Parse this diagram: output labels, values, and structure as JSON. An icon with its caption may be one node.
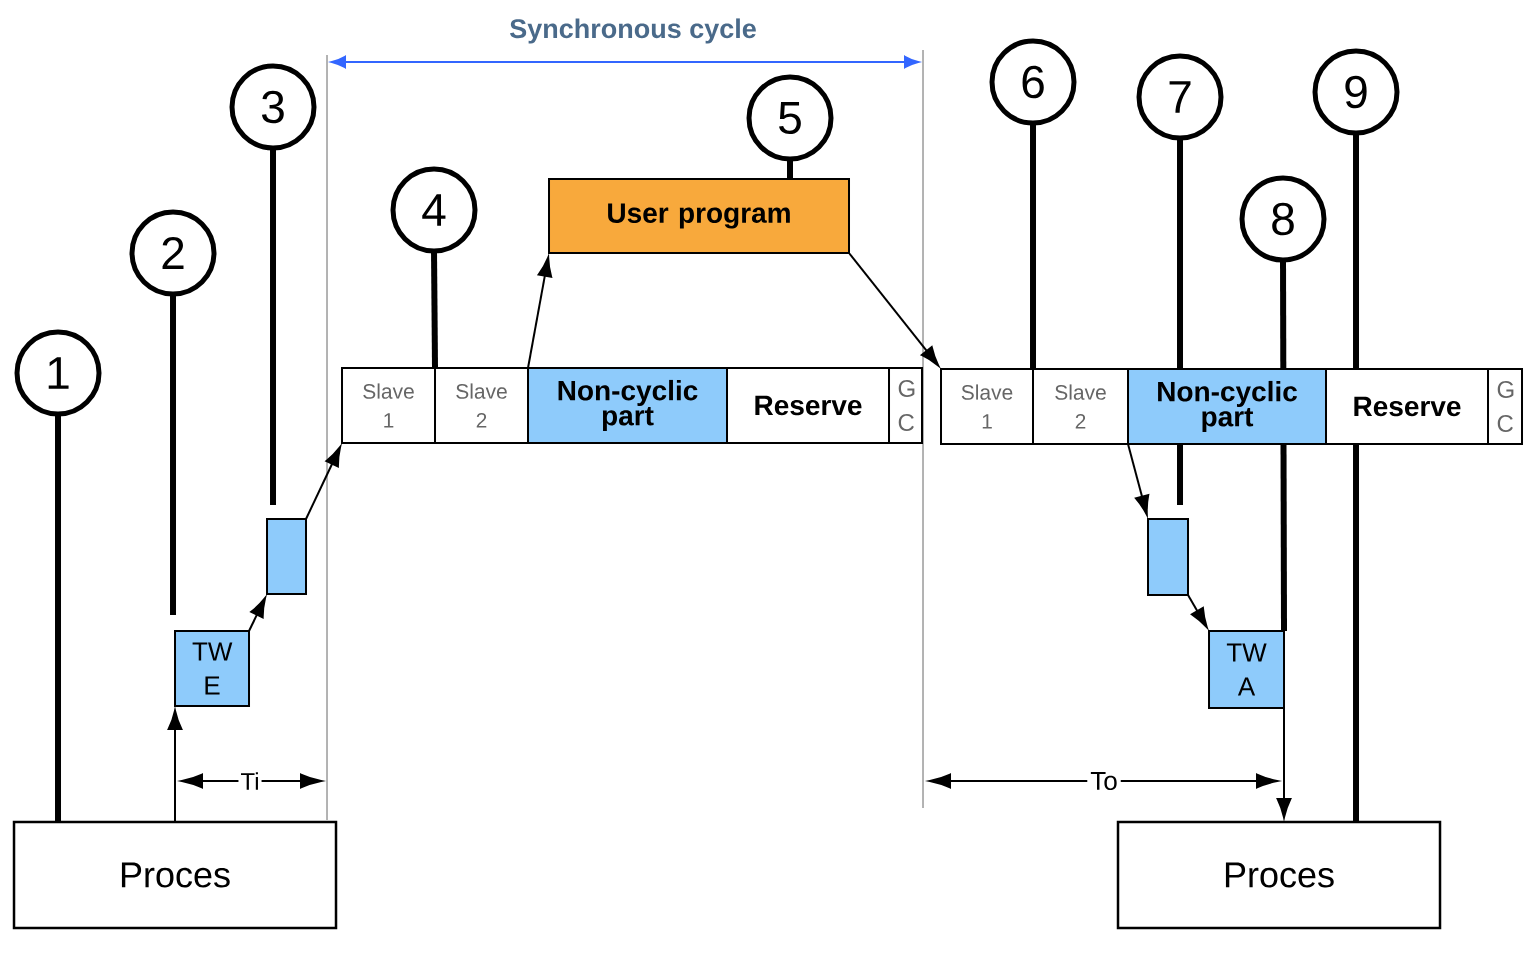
{
  "diagram": {
    "nodes": [
      {
        "text": [
          "Proces"
        ]
      },
      {
        "text": [
          "TW E"
        ]
      },
      {
        "text": [],
        "shape": "box"
      },
      {
        "text": [
          "Slave 1"
        ]
      },
      {
        "text": [
          "Slave 2"
        ]
      },
      {
        "text": [
          "Non-cyclic part"
        ]
      },
      {
        "text": [
          "Reserve"
        ]
      },
      {
        "text": [
          "G C"
        ]
      },
      {
        "text": [
          "User program"
        ]
      },
      {
        "text": [
          "Slave 1"
        ]
      },
      {
        "text": [
          "Slave 2"
        ]
      },
      {
        "text": [
          "Non-cyclic part"
        ]
      },
      {
        "text": [
          "Reserve"
        ]
      },
      {
        "text": [
          "G C"
        ]
      },
      {
        "text": [],
        "shape": "box"
      },
      {
        "text": [
          "TW A"
        ]
      },
      {
        "text": [
          "Proces"
        ]
      },
      {
        "text": [
          "1"
        ]
      },
      {
        "text": [
          "2"
        ]
      },
      {
        "text": [
          "3"
        ]
      },
      {
        "text": [
          "4"
        ]
      },
      {
        "text": [
          "5"
        ]
      },
      {
        "text": [
          "6"
        ]
      },
      {
        "text": [
          "7"
        ]
      },
      {
        "text": [
          "8"
        ]
      },
      {
        "text": [
          "9"
        ]
      }
    ],
    "edges": [
      {
        "from": 0,
        "to": 1,
        "arrow": "to"
      },
      {
        "from": 1,
        "to": 2,
        "arrow": "to"
      },
      {
        "from": 2,
        "to": 3,
        "arrow": "to"
      },
      {
        "from": 5,
        "to": 8,
        "arrow": "to"
      },
      {
        "from": 8,
        "to": 9,
        "arrow": "to"
      },
      {
        "from": 11,
        "to": 14,
        "arrow": "to"
      },
      {
        "from": 14,
        "to": 15,
        "arrow": "to"
      },
      {
        "from": 15,
        "to": 16,
        "arrow": "to"
      },
      {
        "from": 17,
        "to": 0,
        "arrow": "none"
      },
      {
        "from": 18,
        "to": 1,
        "arrow": "none"
      },
      {
        "from": 19,
        "to": 2,
        "arrow": "none"
      },
      {
        "from": 20,
        "to": 3,
        "arrow": "none"
      },
      {
        "from": 21,
        "to": 8,
        "arrow": "none"
      },
      {
        "from": 22,
        "to": 9,
        "arrow": "none"
      },
      {
        "from": 23,
        "to": 14,
        "arrow": "none"
      },
      {
        "from": 24,
        "to": 15,
        "arrow": "none"
      },
      {
        "from": 25,
        "to": 16,
        "arrow": "none"
      }
    ],
    "labels": [
      "Synchronous cycle",
      "Ti",
      "To"
    ]
  }
}
